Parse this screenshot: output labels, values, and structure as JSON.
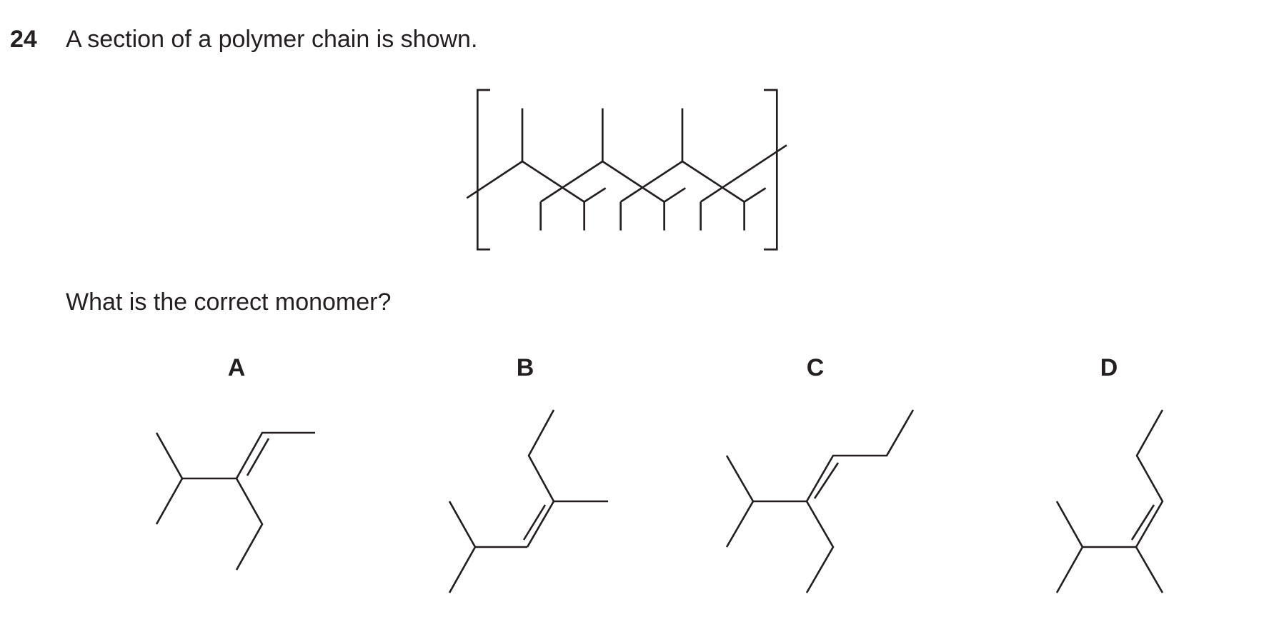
{
  "question": {
    "number": "24",
    "stem": "A section of a polymer chain is shown.",
    "prompt": "What is the correct monomer?"
  },
  "options": [
    {
      "label": "A"
    },
    {
      "label": "B"
    },
    {
      "label": "C"
    },
    {
      "label": "D"
    }
  ]
}
